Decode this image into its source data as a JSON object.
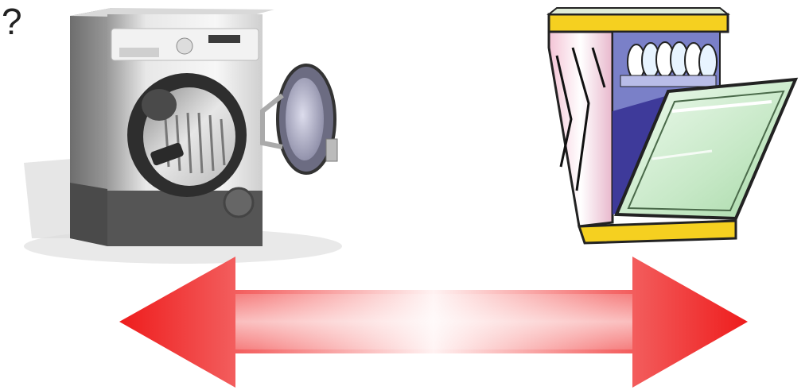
{
  "question_mark": "?",
  "images": {
    "left": "washing-machine",
    "right": "dishwasher"
  },
  "arrow": {
    "type": "double-headed",
    "color": "#ee1c1c",
    "fade_color": "#ffffff"
  }
}
